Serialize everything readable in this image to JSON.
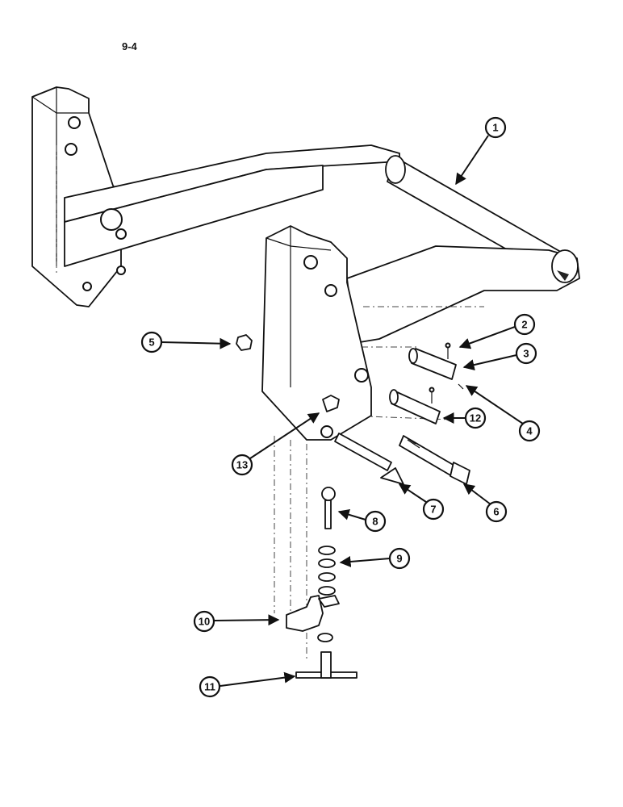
{
  "page_label": "9-4",
  "callouts": [
    {
      "id": "1",
      "label": "1"
    },
    {
      "id": "2",
      "label": "2"
    },
    {
      "id": "3",
      "label": "3"
    },
    {
      "id": "4",
      "label": "4"
    },
    {
      "id": "5",
      "label": "5"
    },
    {
      "id": "6",
      "label": "6"
    },
    {
      "id": "7",
      "label": "7"
    },
    {
      "id": "8",
      "label": "8"
    },
    {
      "id": "9",
      "label": "9"
    },
    {
      "id": "10",
      "label": "10"
    },
    {
      "id": "11",
      "label": "11"
    },
    {
      "id": "12",
      "label": "12"
    },
    {
      "id": "13",
      "label": "13"
    }
  ]
}
